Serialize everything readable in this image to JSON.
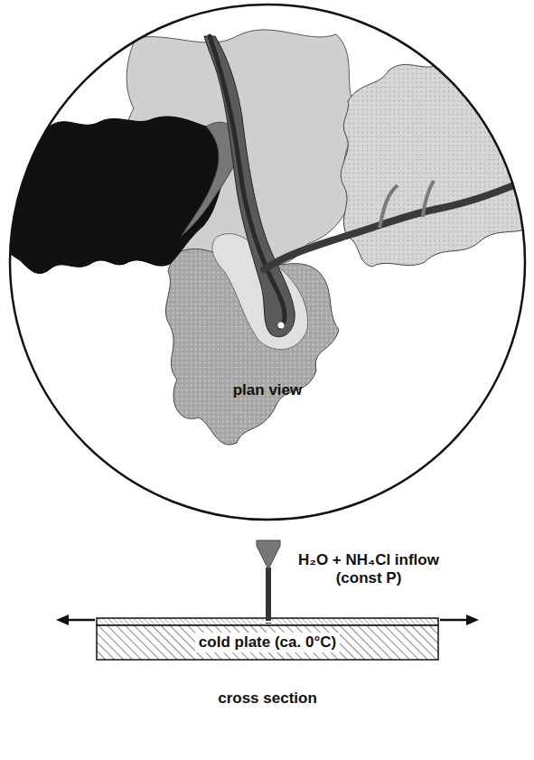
{
  "diagram": {
    "nodes": [
      {
        "text": [
          "plan view"
        ]
      },
      {
        "text": [
          "cold plate (ca. 0°C)"
        ]
      }
    ],
    "labels": [
      "H₂O + NH₄Cl inflow (const P)",
      "cross section"
    ]
  }
}
